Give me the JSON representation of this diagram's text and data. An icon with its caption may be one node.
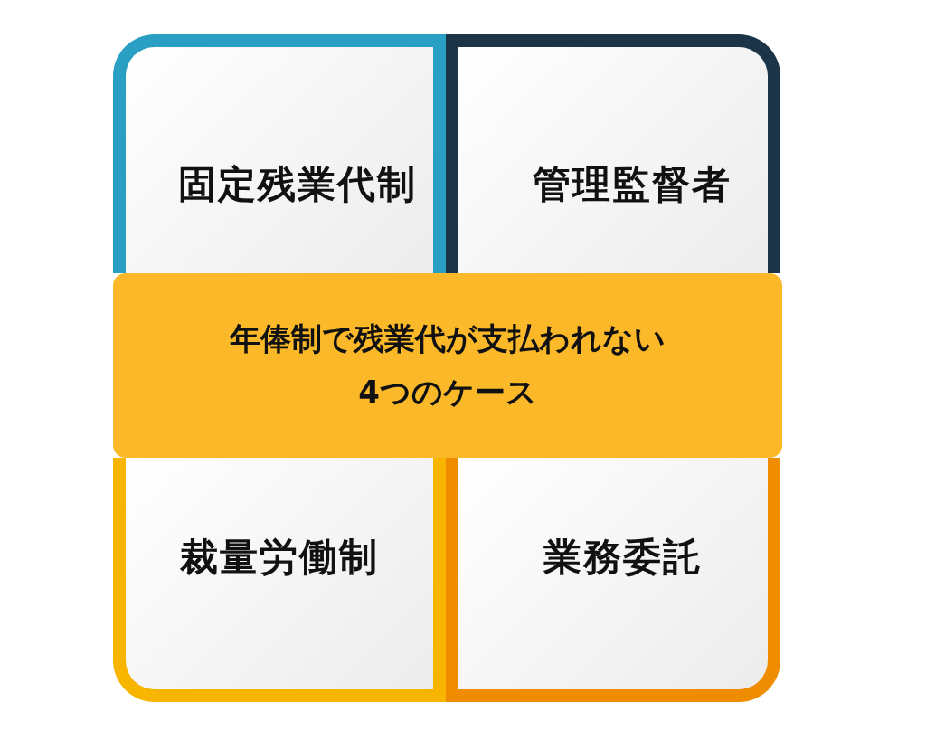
{
  "diagram": {
    "nodes": [
      {
        "text": [
          "固定残業代制"
        ]
      },
      {
        "text": [
          "管理監督者"
        ]
      },
      {
        "text": [
          "年俸制で残業代が支払われない4つのケース"
        ]
      },
      {
        "text": [
          "裁量労働制"
        ]
      },
      {
        "text": [
          "業務委託"
        ]
      }
    ]
  }
}
